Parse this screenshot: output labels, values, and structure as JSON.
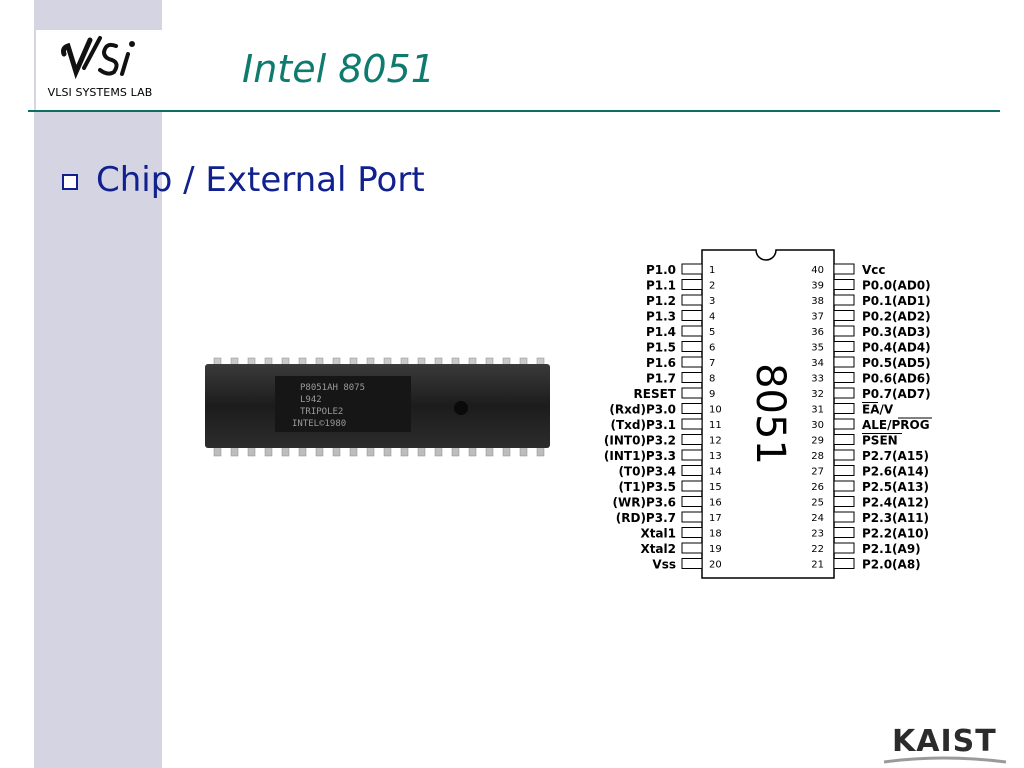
{
  "logo": {
    "mark_text": "vlsi",
    "caption": "VLSI SYSTEMS LAB"
  },
  "slide": {
    "title": "Intel 8051",
    "bullet": "Chip / External Port"
  },
  "photo": {
    "marking_lines": [
      "P8051AH 8075",
      "L942",
      "TRIPOLE2",
      "INTEL©1980"
    ]
  },
  "pinout": {
    "chip_label": "8051",
    "left_pins": [
      {
        "n": "1",
        "name": "P1.0"
      },
      {
        "n": "2",
        "name": "P1.1"
      },
      {
        "n": "3",
        "name": "P1.2"
      },
      {
        "n": "4",
        "name": "P1.3"
      },
      {
        "n": "5",
        "name": "P1.4"
      },
      {
        "n": "6",
        "name": "P1.5"
      },
      {
        "n": "7",
        "name": "P1.6"
      },
      {
        "n": "8",
        "name": "P1.7"
      },
      {
        "n": "9",
        "name": "RESET"
      },
      {
        "n": "10",
        "name": "(Rxd)P3.0"
      },
      {
        "n": "11",
        "name": "(Txd)P3.1"
      },
      {
        "n": "12",
        "name": "(INT0)P3.2"
      },
      {
        "n": "13",
        "name": "(INT1)P3.3"
      },
      {
        "n": "14",
        "name": "(T0)P3.4"
      },
      {
        "n": "15",
        "name": "(T1)P3.5"
      },
      {
        "n": "16",
        "name": "(WR)P3.6"
      },
      {
        "n": "17",
        "name": "(RD)P3.7"
      },
      {
        "n": "18",
        "name": "Xtal1"
      },
      {
        "n": "19",
        "name": "Xtal2"
      },
      {
        "n": "20",
        "name": "Vss"
      }
    ],
    "right_pins": [
      {
        "n": "40",
        "name": "Vcc"
      },
      {
        "n": "39",
        "name": "P0.0(AD0)"
      },
      {
        "n": "38",
        "name": "P0.1(AD1)"
      },
      {
        "n": "37",
        "name": "P0.2(AD2)"
      },
      {
        "n": "36",
        "name": "P0.3(AD3)"
      },
      {
        "n": "35",
        "name": "P0.4(AD4)"
      },
      {
        "n": "34",
        "name": "P0.5(AD5)"
      },
      {
        "n": "33",
        "name": "P0.6(AD6)"
      },
      {
        "n": "32",
        "name": "P0.7(AD7)"
      },
      {
        "n": "31",
        "name": "EA/V"
      },
      {
        "n": "30",
        "name": "ALE/PROG"
      },
      {
        "n": "29",
        "name": "PSEN"
      },
      {
        "n": "28",
        "name": "P2.7(A15)"
      },
      {
        "n": "27",
        "name": "P2.6(A14)"
      },
      {
        "n": "26",
        "name": "P2.5(A13)"
      },
      {
        "n": "25",
        "name": "P2.4(A12)"
      },
      {
        "n": "24",
        "name": "P2.3(A11)"
      },
      {
        "n": "23",
        "name": "P2.2(A10)"
      },
      {
        "n": "22",
        "name": "P2.1(A9)"
      },
      {
        "n": "21",
        "name": "P2.0(A8)"
      }
    ]
  },
  "footer": {
    "brand": "KAIST"
  },
  "colors": {
    "title": "#0f7a6e",
    "bullet": "#10208f",
    "sidebar": "#d4d4e2",
    "rule": "#0e6e62"
  }
}
